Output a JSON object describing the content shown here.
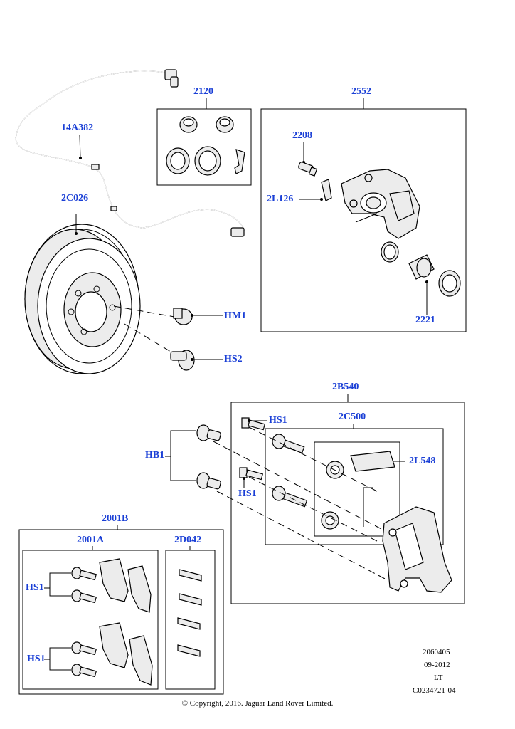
{
  "labels": {
    "sensor": "14A382",
    "disc": "2C026",
    "seal_kit": "2120",
    "caliper_housing": "2552",
    "bleed_screw": "2208",
    "bracket_clip": "2L126",
    "piston": "2221",
    "hm1": "HM1",
    "hs2": "HS2",
    "carrier_assy": "2B540",
    "hs1_top": "HS1",
    "guide_kit": "2C500",
    "grease": "2L548",
    "hb1": "HB1",
    "hs1_mid": "HS1",
    "pad_set": "2001B",
    "pads": "2001A",
    "clips": "2D042",
    "hs1_pads_a": "HS1",
    "hs1_pads_b": "HS1"
  },
  "meta": {
    "line1": "2060405",
    "line2": "09-2012",
    "line3": "LT",
    "line4": "C0234721-04"
  },
  "copyright": "© Copyright, 2016. Jaguar Land Rover Limited."
}
